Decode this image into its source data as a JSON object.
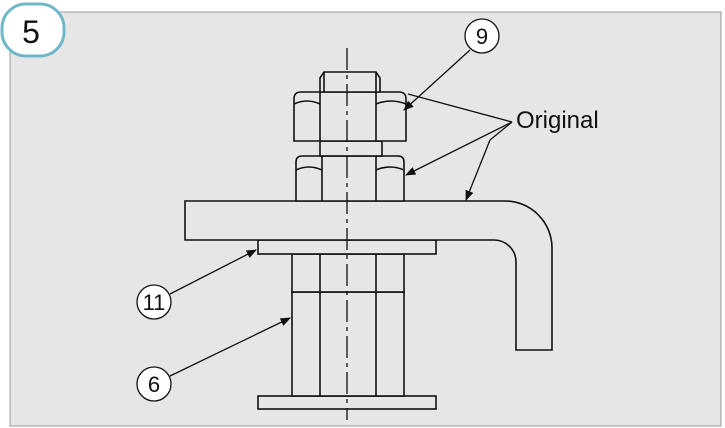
{
  "step": {
    "number": "5",
    "accent_color": "#6fb8c9"
  },
  "diagram": {
    "background_color": "#e6e6e6",
    "callouts": [
      {
        "id": "9",
        "label": "9"
      },
      {
        "id": "11",
        "label": "11"
      },
      {
        "id": "6",
        "label": "6"
      }
    ],
    "original_label": "Original"
  }
}
